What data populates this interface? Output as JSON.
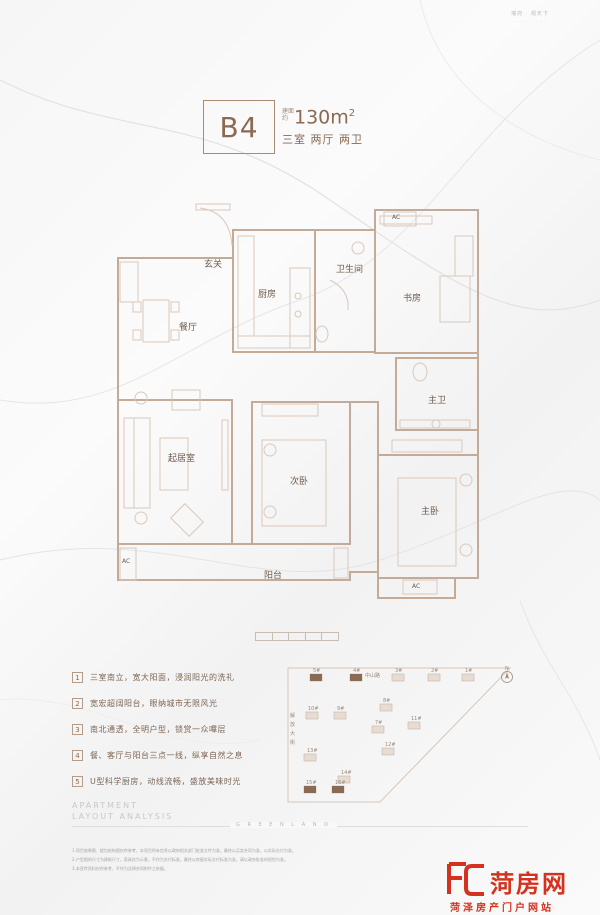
{
  "header": {
    "brand_top": "瑞府 · 观天下",
    "brand_sub": "· · · · · · · ·"
  },
  "unit": {
    "code": "B4",
    "area_label": "建面约",
    "area_value": "130m",
    "area_sup": "2",
    "rooms": "三室 两厅 两卫"
  },
  "rooms": {
    "entrance": "玄关",
    "kitchen": "厨房",
    "bathroom": "卫生间",
    "study": "书房",
    "dining": "餐厅",
    "master_bath": "主卫",
    "living": "起居室",
    "second_bedroom": "次卧",
    "master_bedroom": "主卧",
    "balcony": "阳台",
    "ac": "AC"
  },
  "features": [
    {
      "num": "1",
      "text": "三室南立，宽大阳面，浸润阳光的洗礼"
    },
    {
      "num": "2",
      "text": "宽宏超阔阳台，眼纳城市无限风光"
    },
    {
      "num": "3",
      "text": "南北通透，全明户型，锁赏一众嗶层"
    },
    {
      "num": "4",
      "text": "餐、客厅与阳台三点一线，纵享自然之息"
    },
    {
      "num": "5",
      "text": "U型科学厨房，动线流畅，盛放美味时光"
    }
  ],
  "analysis": {
    "line1": "APARTMENT",
    "line2": "LAYOUT ANALYSIS"
  },
  "site": {
    "road_top": "中山路",
    "road_side": "解放大街",
    "compass": "N",
    "buildings": [
      "5#",
      "4#",
      "3#",
      "2#",
      "1#",
      "10#",
      "9#",
      "8#",
      "11#",
      "7#",
      "13#",
      "12#",
      "14#",
      "15#",
      "16#"
    ]
  },
  "footer": {
    "brand": "G R E E N L A N D",
    "disclaimer_1": "1.项目效果图、楼包结构图仅供参考，本项目所有信息以政府相关部门批准文件为准。最终以买卖合同为准，以实际交付为准。",
    "disclaimer_2": "2.户型图的尺寸为建筑尺寸，家具仅为示意，不作为交付标准，最终以房屋实际交付标准为准，请以政府批准的规划为准。",
    "disclaimer_3": "3.本宣传资料仅供参考，不作为法律合同附件之依据。"
  },
  "watermark": {
    "letters": "FC",
    "name": "菏房网",
    "slogan": "菏泽房产门户网站"
  },
  "colors": {
    "accent": "#8a6a52",
    "wall": "#c9b3a2",
    "logo_red": "#d4321e"
  }
}
